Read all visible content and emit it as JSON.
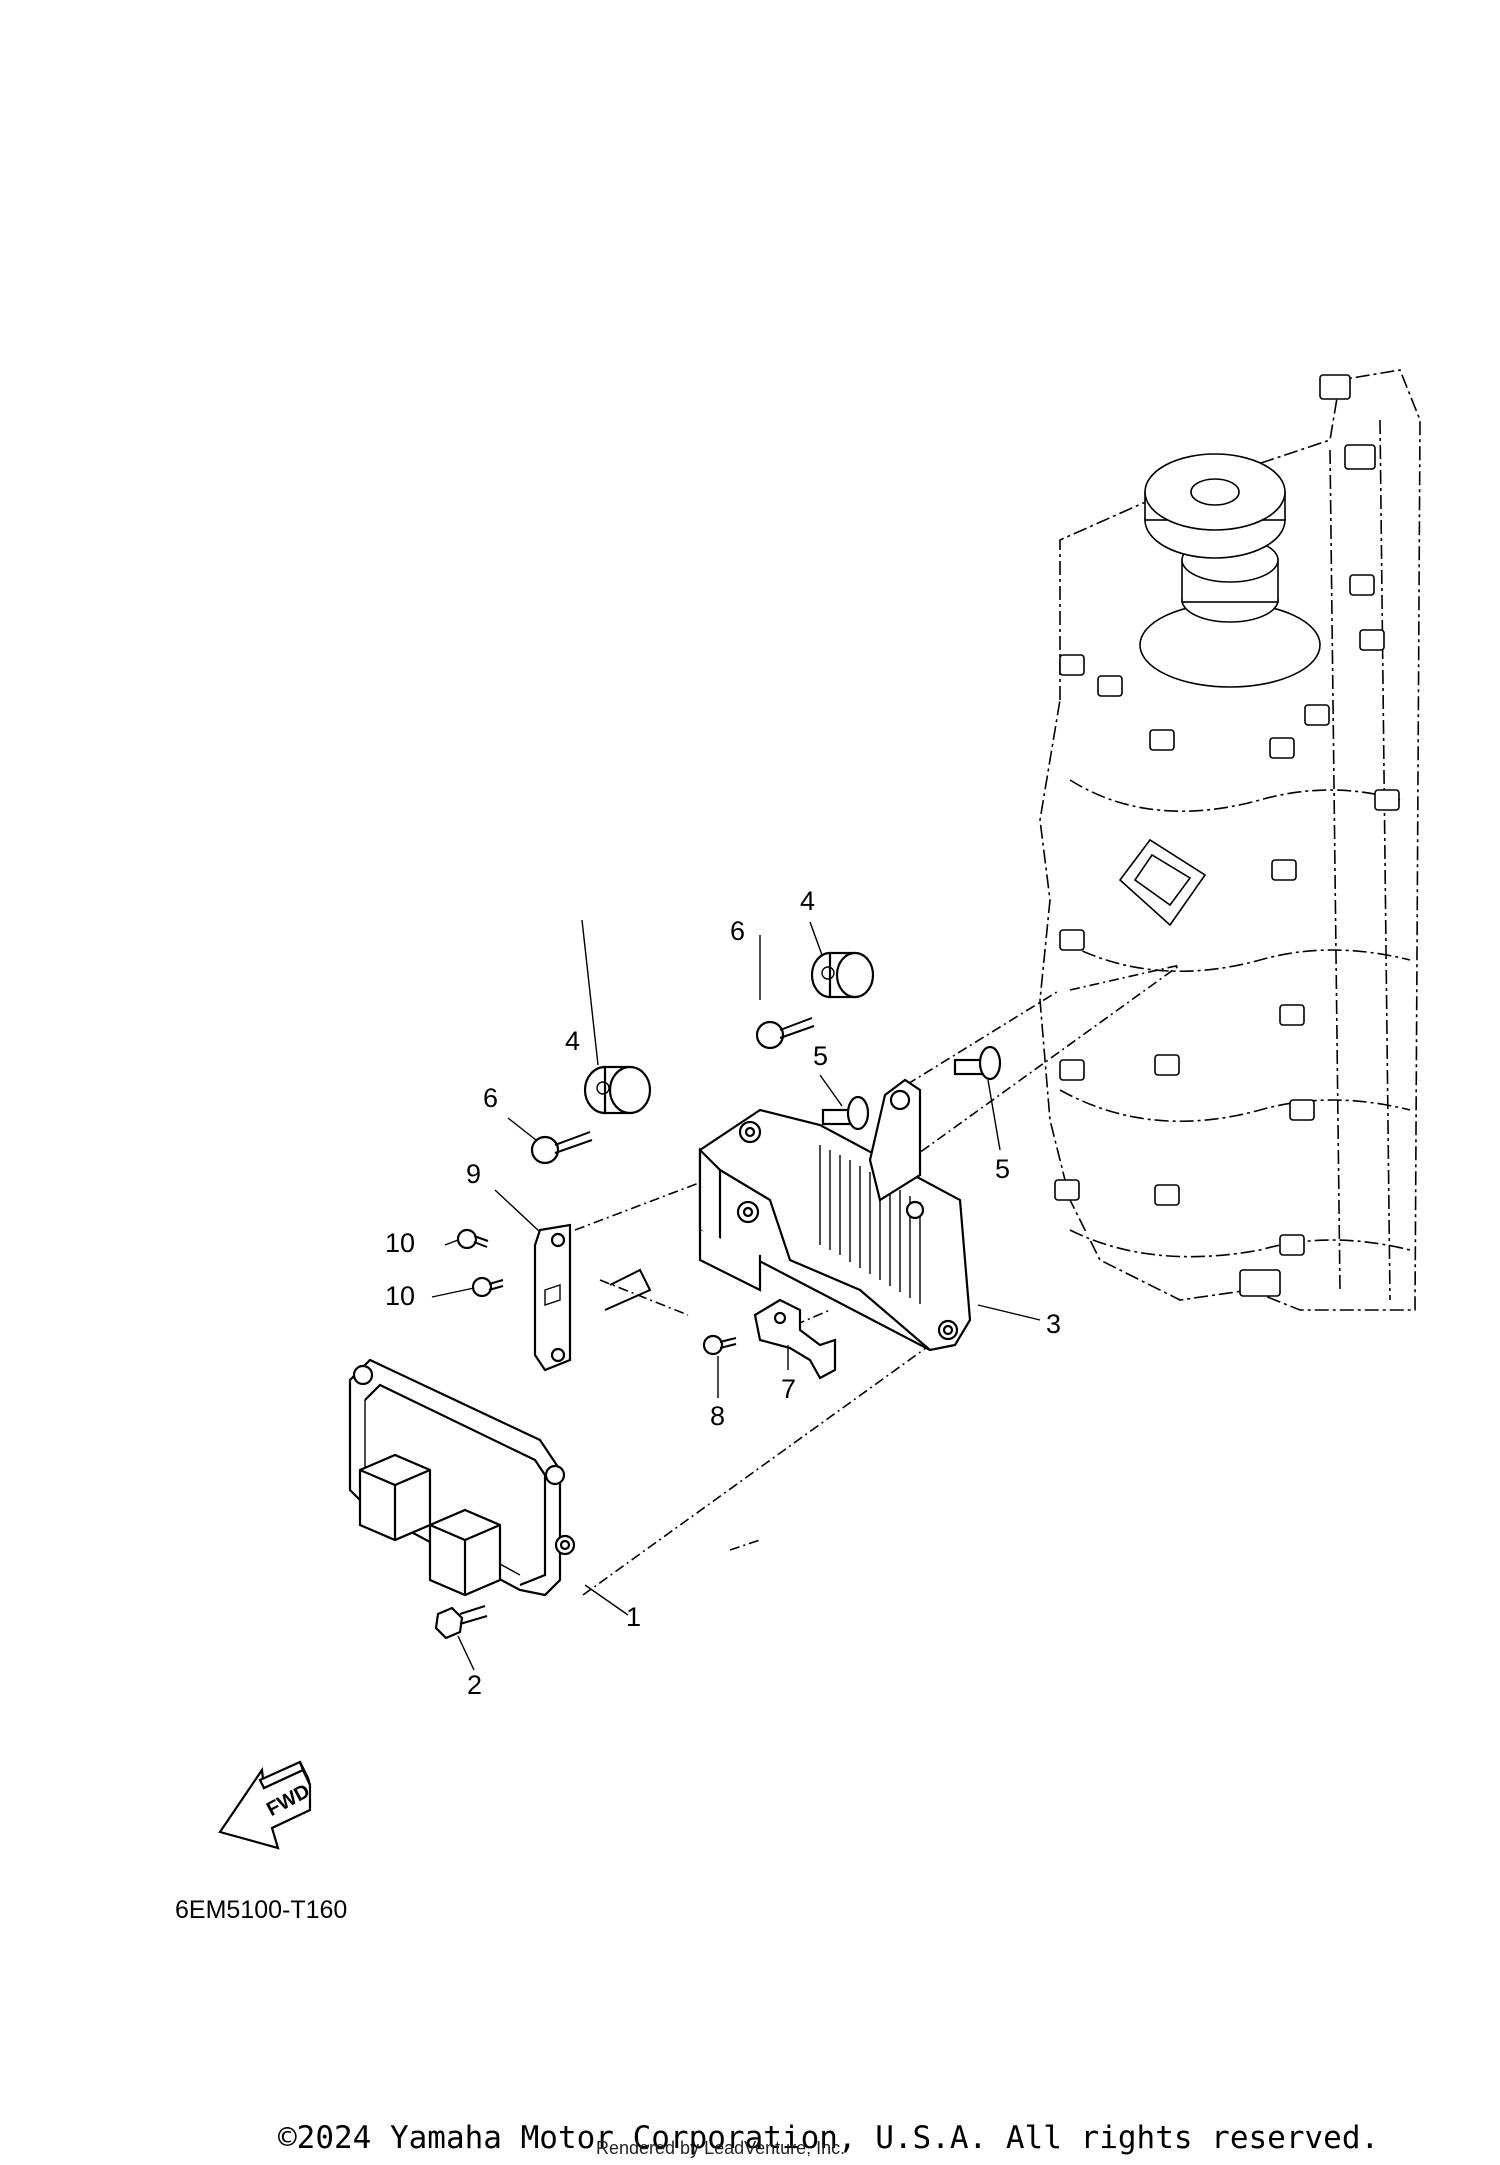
{
  "callouts": [
    {
      "id": "1",
      "label": "1"
    },
    {
      "id": "2",
      "label": "2"
    },
    {
      "id": "3",
      "label": "3"
    },
    {
      "id": "4a",
      "label": "4"
    },
    {
      "id": "4b",
      "label": "4"
    },
    {
      "id": "5a",
      "label": "5"
    },
    {
      "id": "5b",
      "label": "5"
    },
    {
      "id": "6a",
      "label": "6"
    },
    {
      "id": "6b",
      "label": "6"
    },
    {
      "id": "7",
      "label": "7"
    },
    {
      "id": "8",
      "label": "8"
    },
    {
      "id": "9",
      "label": "9"
    },
    {
      "id": "10a",
      "label": "10"
    },
    {
      "id": "10b",
      "label": "10"
    }
  ],
  "fwd_label": "FWD",
  "diagram_code": "6EM5100-T160",
  "copyright": "©2024 Yamaha Motor Corporation, U.S.A. All rights reserved.",
  "rendered_by": "Rendered by LeadVenture, Inc."
}
